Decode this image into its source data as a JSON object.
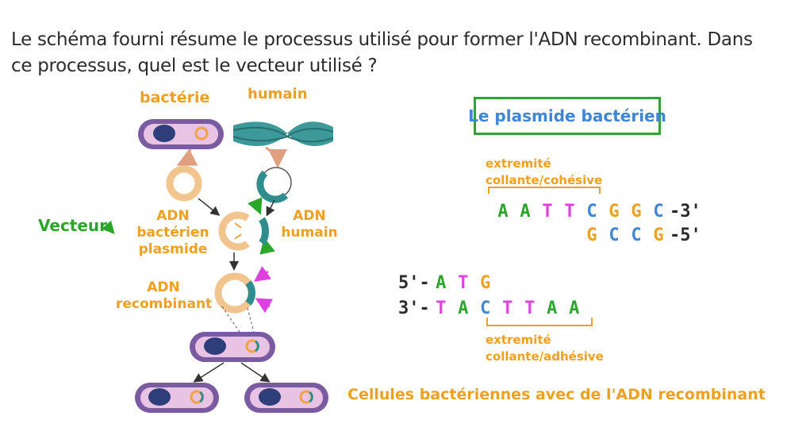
{
  "question": "Le schéma fourni résume le processus utilisé pour former l'ADN recombinant. Dans ce processus, quel est le vecteur utilisé ?",
  "labels": {
    "bacteria": "bactérie",
    "human": "humain",
    "vector": "Vecteur",
    "bacterial_dna": "ADN bactérien plasmide",
    "human_dna": "ADN humain",
    "recombinant_dna": "ADN recombinant",
    "cells_result": "Cellules bactériennes avec de l'ADN recombinant"
  },
  "answer": "Le plasmide bactérien",
  "sticky_end_top": "extremité collante/cohésive",
  "sticky_end_bottom": "extremité collante/adhésive",
  "sequences": {
    "top_strand": [
      "A",
      "A",
      "T",
      "T",
      "C",
      "G",
      "G",
      "C"
    ],
    "top_end": "-3'",
    "top_complement": [
      "G",
      "C",
      "C",
      "G"
    ],
    "top_complement_end": "-5'",
    "bottom_prefix_1": "5'-",
    "bottom_strand_1": [
      "A",
      "T",
      "G"
    ],
    "bottom_prefix_2": "3'-",
    "bottom_strand_2": [
      "T",
      "A",
      "C",
      "T",
      "T",
      "A",
      "A"
    ]
  }
}
